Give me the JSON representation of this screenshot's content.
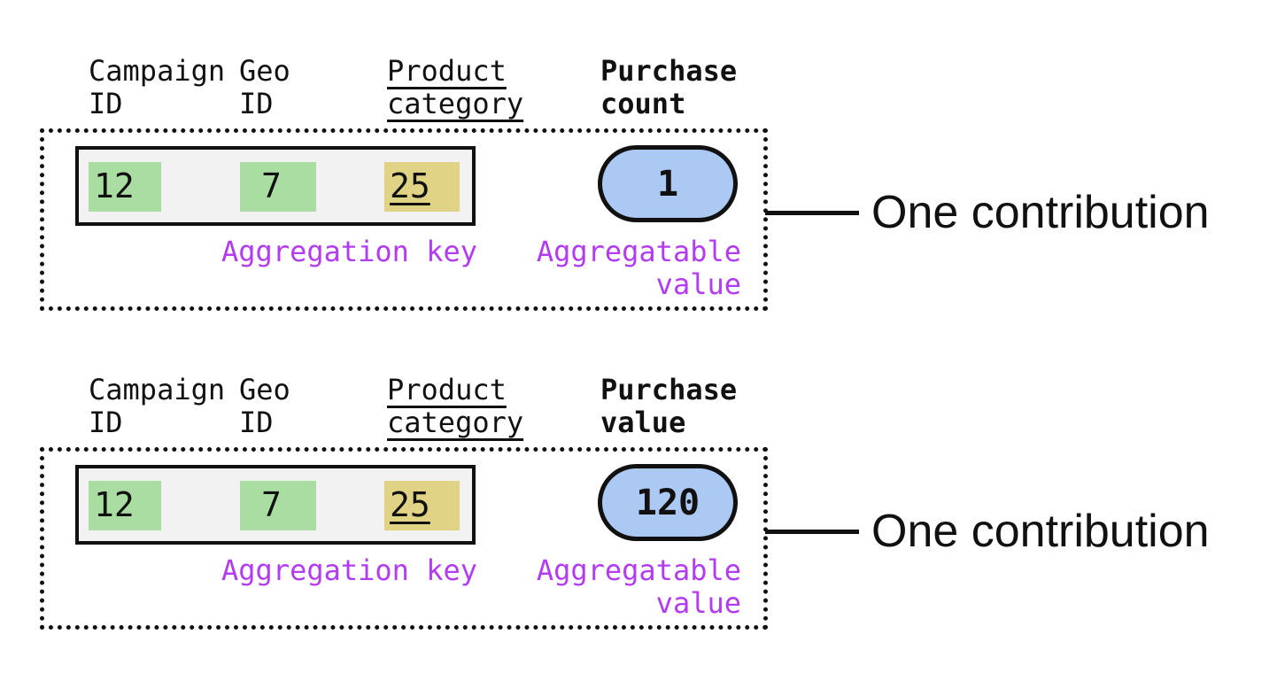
{
  "colors": {
    "aggregation_key_green": "#a9dda1",
    "aggregation_key_yellow": "#e0d386",
    "aggregatable_value_blue": "#abc9f2",
    "annotation_purple": "#b33bf2",
    "ink_black": "#111111",
    "record_background": "#f2f2f2"
  },
  "panels": [
    {
      "id": "purchase-count",
      "column_headers": [
        "Campaign ID",
        "Geo ID",
        "Product category",
        "Purchase count"
      ],
      "record": {
        "campaign_id": "12",
        "geo_id": "7",
        "product_category": "25",
        "aggregatable_value": "1"
      },
      "annotations": {
        "aggregation_key": "Aggregation key",
        "aggregatable_value": "Aggregatable value",
        "contribution": "One contribution"
      }
    },
    {
      "id": "purchase-value",
      "column_headers": [
        "Campaign ID",
        "Geo ID",
        "Product category",
        "Purchase value"
      ],
      "record": {
        "campaign_id": "12",
        "geo_id": "7",
        "product_category": "25",
        "aggregatable_value": "120"
      },
      "annotations": {
        "aggregation_key": "Aggregation key",
        "aggregatable_value": "Aggregatable value",
        "contribution": "One contribution"
      }
    }
  ]
}
